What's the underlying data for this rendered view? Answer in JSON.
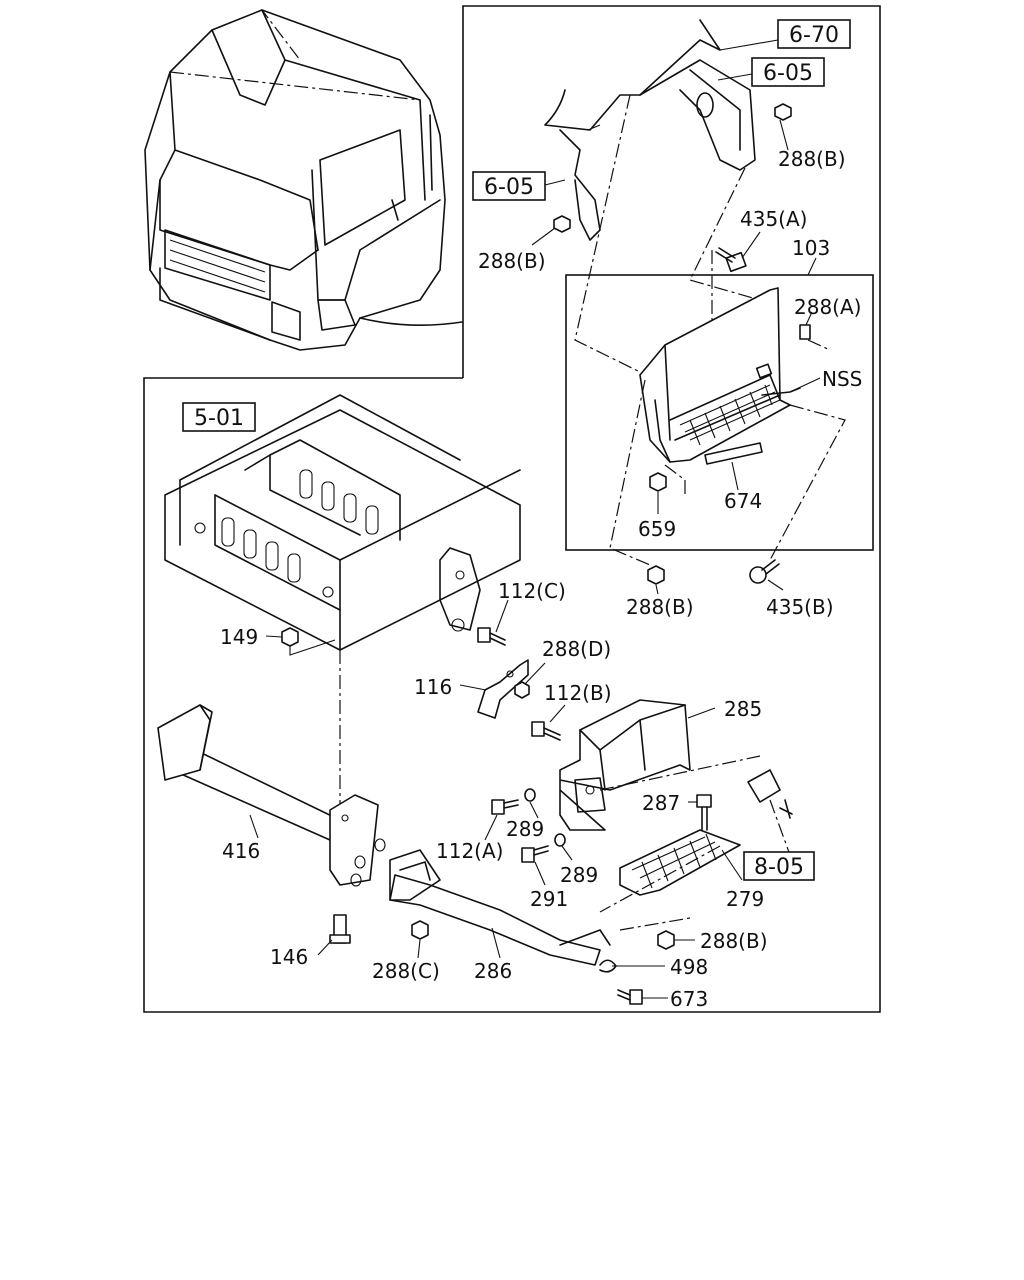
{
  "diagram": {
    "ref_boxes": {
      "ref_6_70": "6-70",
      "ref_6_05_top": "6-05",
      "ref_6_05_left": "6-05",
      "ref_5_01": "5-01",
      "ref_8_05": "8-05"
    },
    "labels": {
      "l_288b_top": "288(B)",
      "l_288b_left": "288(B)",
      "l_435a": "435(A)",
      "l_103": "103",
      "l_288a": "288(A)",
      "l_nss": "NSS",
      "l_659": "659",
      "l_674": "674",
      "l_288b_mid": "288(B)",
      "l_435b": "435(B)",
      "l_112c": "112(C)",
      "l_149": "149",
      "l_288d": "288(D)",
      "l_116": "116",
      "l_112b": "112(B)",
      "l_285": "285",
      "l_287": "287",
      "l_289a": "289",
      "l_112a": "112(A)",
      "l_416": "416",
      "l_289b": "289",
      "l_291": "291",
      "l_279": "279",
      "l_288b_low": "288(B)",
      "l_146": "146",
      "l_288c": "288(C)",
      "l_286": "286",
      "l_498": "498",
      "l_673": "673"
    }
  }
}
